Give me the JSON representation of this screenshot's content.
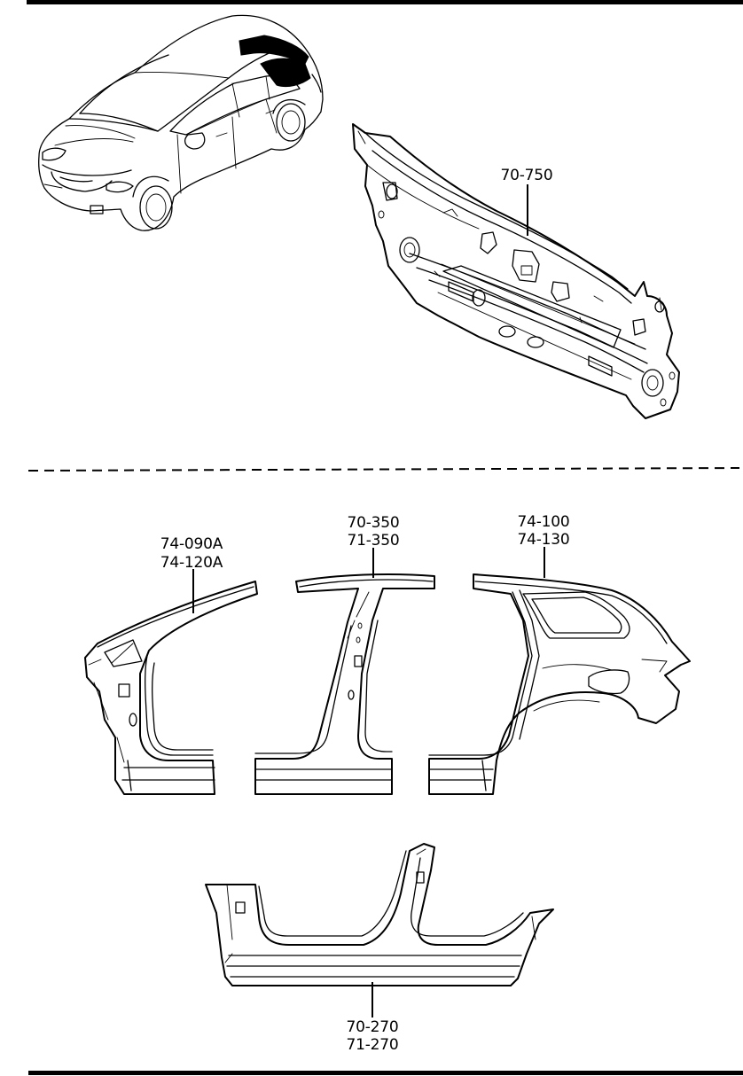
{
  "parts": {
    "rear_panel": {
      "line1": "70-750"
    },
    "front_pillar": {
      "line1": "74-090A",
      "line2": "74-120A"
    },
    "center_pillar": {
      "line1": "70-350",
      "line2": "71-350"
    },
    "rear_fender": {
      "line1": "74-100",
      "line2": "74-130"
    },
    "side_sill": {
      "line1": "70-270",
      "line2": "71-270"
    }
  },
  "colors": {
    "ink": "#000000",
    "paper": "#ffffff"
  }
}
